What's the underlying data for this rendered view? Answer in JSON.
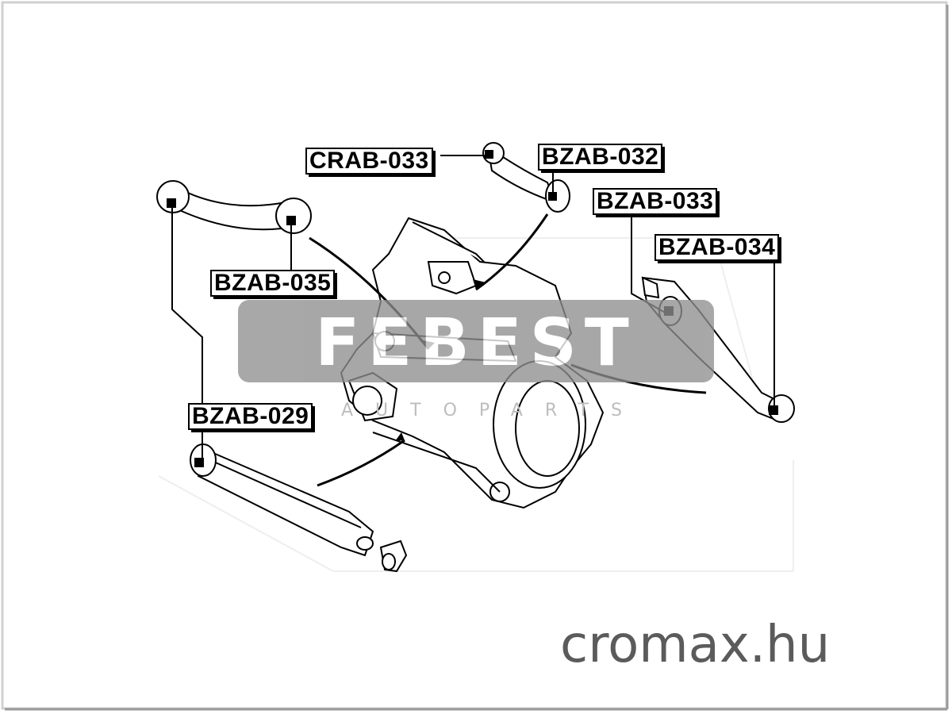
{
  "labels": {
    "crab_033": "CRAB-033",
    "bzab_032": "BZAB-032",
    "bzab_033": "BZAB-033",
    "bzab_034": "BZAB-034",
    "bzab_035": "BZAB-035",
    "bzab_029": "BZAB-029"
  },
  "watermark": {
    "logo_text": "FEBEST",
    "subtitle": "AUTOPARTS"
  },
  "site": "cromax.hu",
  "colors": {
    "line": "#000000",
    "watermark_band": "#9a9a9a",
    "brand_text": "#5b5b5b",
    "frame": "#cfcfcf"
  }
}
